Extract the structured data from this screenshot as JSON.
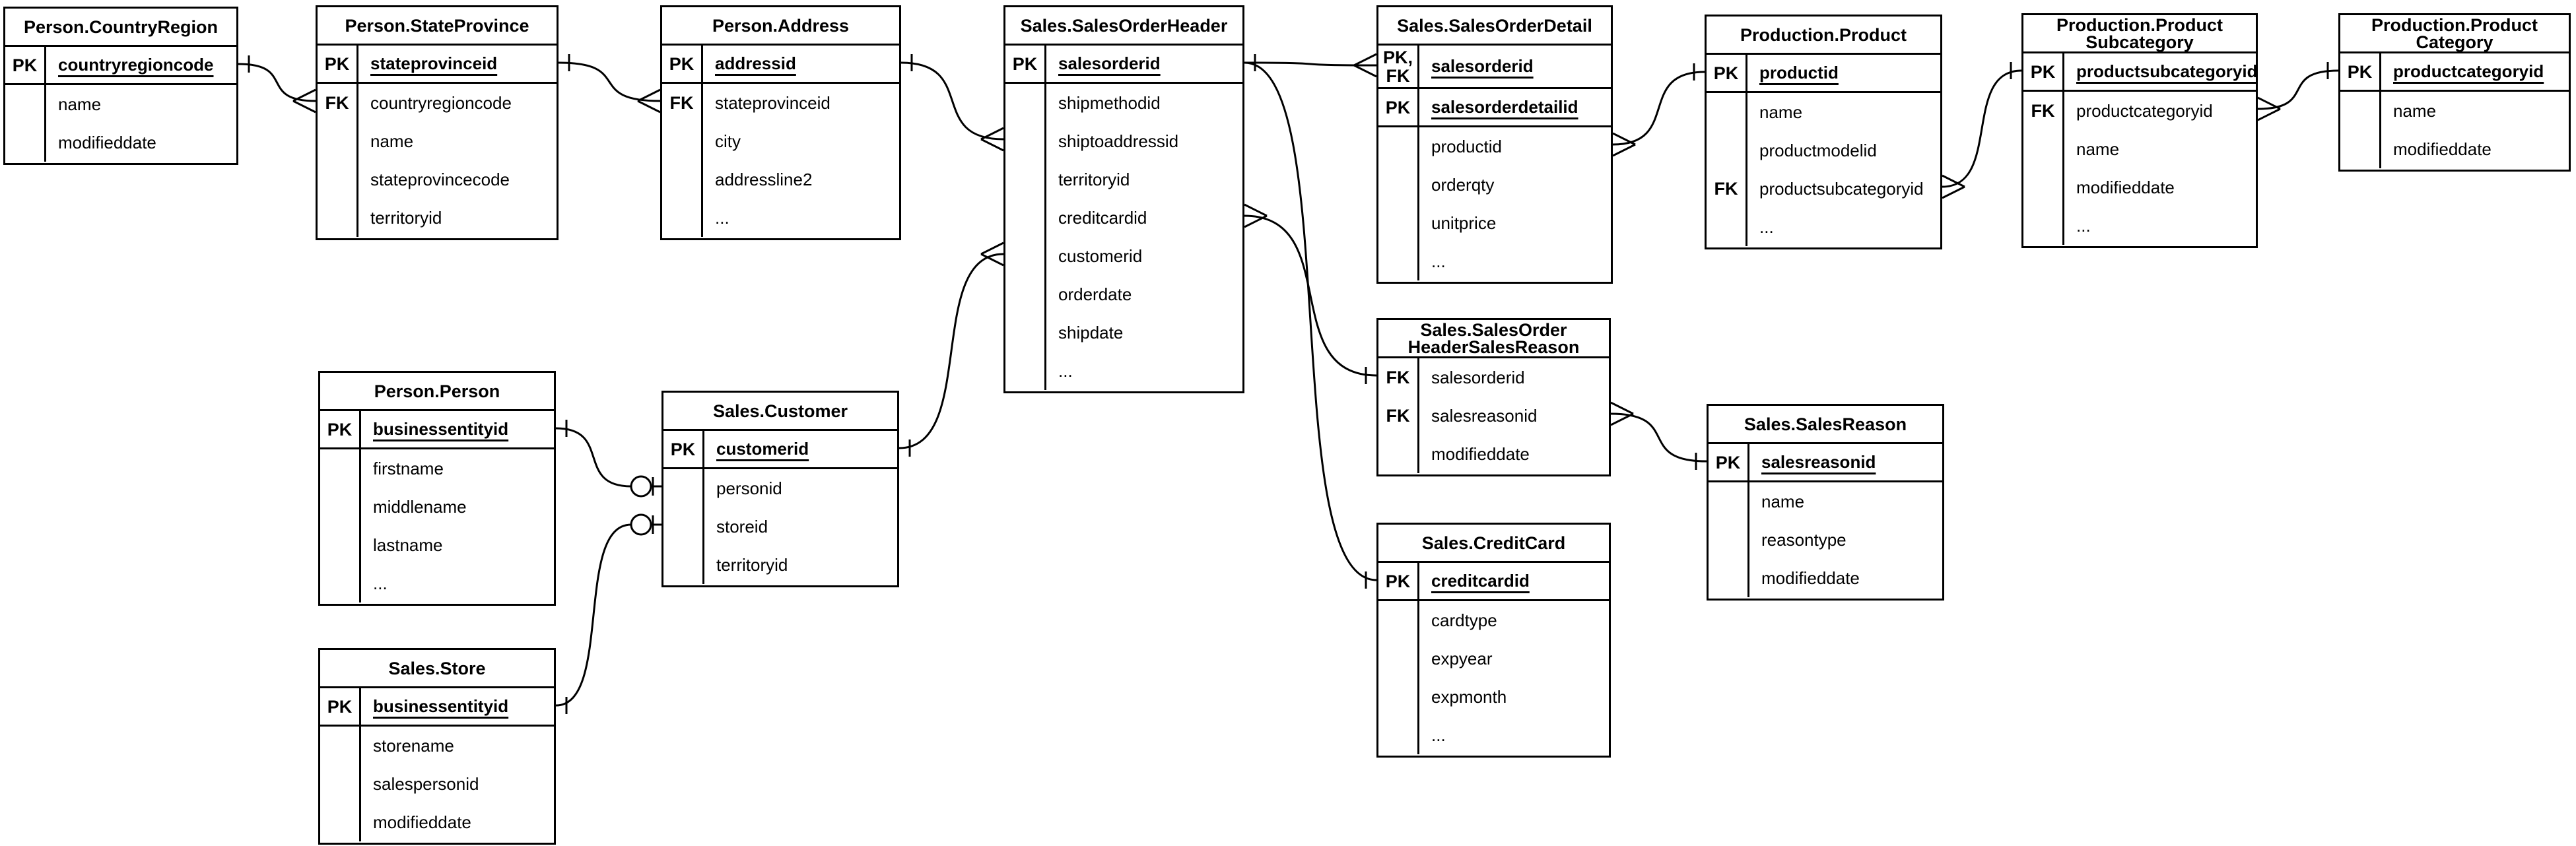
{
  "diagram": {
    "colors": {
      "background": "#ffffff",
      "line": "#000000",
      "text": "#000000"
    },
    "tables": [
      {
        "id": "person-countryregion",
        "title": "Person.CountryRegion",
        "key_rows": [
          {
            "badge": "PK",
            "name": "countryregioncode",
            "underline": true
          }
        ],
        "body_rows": [
          {
            "badge": "",
            "name": "name"
          },
          {
            "badge": "",
            "name": "modifieddate"
          }
        ]
      },
      {
        "id": "person-stateprovince",
        "title": "Person.StateProvince",
        "key_rows": [
          {
            "badge": "PK",
            "name": "stateprovinceid",
            "underline": true
          }
        ],
        "body_rows": [
          {
            "badge": "FK",
            "name": "countryregioncode"
          },
          {
            "badge": "",
            "name": "name"
          },
          {
            "badge": "",
            "name": "stateprovincecode"
          },
          {
            "badge": "",
            "name": "territoryid"
          }
        ]
      },
      {
        "id": "person-address",
        "title": "Person.Address",
        "key_rows": [
          {
            "badge": "PK",
            "name": "addressid",
            "underline": true
          }
        ],
        "body_rows": [
          {
            "badge": "FK",
            "name": "stateprovinceid"
          },
          {
            "badge": "",
            "name": "city"
          },
          {
            "badge": "",
            "name": "addressline2"
          },
          {
            "badge": "",
            "name": "..."
          }
        ]
      },
      {
        "id": "sales-salesorderheader",
        "title": "Sales.SalesOrderHeader",
        "key_rows": [
          {
            "badge": "PK",
            "name": "salesorderid",
            "underline": true
          }
        ],
        "body_rows": [
          {
            "badge": "",
            "name": "shipmethodid"
          },
          {
            "badge": "",
            "name": "shiptoaddressid"
          },
          {
            "badge": "",
            "name": "territoryid"
          },
          {
            "badge": "",
            "name": "creditcardid"
          },
          {
            "badge": "",
            "name": "customerid"
          },
          {
            "badge": "",
            "name": "orderdate"
          },
          {
            "badge": "",
            "name": "shipdate"
          },
          {
            "badge": "",
            "name": "..."
          }
        ]
      },
      {
        "id": "sales-salesorderdetail",
        "title": "Sales.SalesOrderDetail",
        "key_rows": [
          {
            "badge": "PK,\nFK",
            "name": "salesorderid",
            "underline": true
          },
          {
            "badge": "PK",
            "name": "salesorderdetailid",
            "underline": true
          }
        ],
        "body_rows": [
          {
            "badge": "",
            "name": "productid"
          },
          {
            "badge": "",
            "name": "orderqty"
          },
          {
            "badge": "",
            "name": "unitprice"
          },
          {
            "badge": "",
            "name": "..."
          }
        ]
      },
      {
        "id": "production-product",
        "title": "Production.Product",
        "key_rows": [
          {
            "badge": "PK",
            "name": "productid",
            "underline": true
          }
        ],
        "body_rows": [
          {
            "badge": "",
            "name": "name"
          },
          {
            "badge": "",
            "name": "productmodelid"
          },
          {
            "badge": "FK",
            "name": "productsubcategoryid"
          },
          {
            "badge": "",
            "name": "..."
          }
        ]
      },
      {
        "id": "production-productsubcategory",
        "title": "Production.Product\nSubcategory",
        "key_rows": [
          {
            "badge": "PK",
            "name": "productsubcategoryid",
            "underline": true
          }
        ],
        "body_rows": [
          {
            "badge": "FK",
            "name": "productcategoryid"
          },
          {
            "badge": "",
            "name": "name"
          },
          {
            "badge": "",
            "name": "modifieddate"
          },
          {
            "badge": "",
            "name": "..."
          }
        ]
      },
      {
        "id": "production-productcategory",
        "title": "Production.Product\nCategory",
        "key_rows": [
          {
            "badge": "PK",
            "name": "productcategoryid",
            "underline": true
          }
        ],
        "body_rows": [
          {
            "badge": "",
            "name": "name"
          },
          {
            "badge": "",
            "name": "modifieddate"
          }
        ]
      },
      {
        "id": "person-person",
        "title": "Person.Person",
        "key_rows": [
          {
            "badge": "PK",
            "name": "businessentityid",
            "underline": true
          }
        ],
        "body_rows": [
          {
            "badge": "",
            "name": "firstname"
          },
          {
            "badge": "",
            "name": "middlename"
          },
          {
            "badge": "",
            "name": "lastname"
          },
          {
            "badge": "",
            "name": "..."
          }
        ]
      },
      {
        "id": "sales-customer",
        "title": "Sales.Customer",
        "key_rows": [
          {
            "badge": "PK",
            "name": "customerid",
            "underline": true
          }
        ],
        "body_rows": [
          {
            "badge": "",
            "name": "personid"
          },
          {
            "badge": "",
            "name": "storeid"
          },
          {
            "badge": "",
            "name": "territoryid"
          }
        ]
      },
      {
        "id": "sales-salesorderheadersalesreason",
        "title": "Sales.SalesOrder\nHeaderSalesReason",
        "key_rows": [],
        "body_rows": [
          {
            "badge": "FK",
            "name": "salesorderid"
          },
          {
            "badge": "FK",
            "name": "salesreasonid"
          },
          {
            "badge": "",
            "name": "modifieddate"
          }
        ]
      },
      {
        "id": "sales-salesreason",
        "title": "Sales.SalesReason",
        "key_rows": [
          {
            "badge": "PK",
            "name": "salesreasonid",
            "underline": true
          }
        ],
        "body_rows": [
          {
            "badge": "",
            "name": "name"
          },
          {
            "badge": "",
            "name": "reasontype"
          },
          {
            "badge": "",
            "name": "modifieddate"
          }
        ]
      },
      {
        "id": "sales-store",
        "title": "Sales.Store",
        "key_rows": [
          {
            "badge": "PK",
            "name": "businessentityid",
            "underline": true
          }
        ],
        "body_rows": [
          {
            "badge": "",
            "name": "storename"
          },
          {
            "badge": "",
            "name": "salespersonid"
          },
          {
            "badge": "",
            "name": "modifieddate"
          }
        ]
      },
      {
        "id": "sales-creditcard",
        "title": "Sales.CreditCard",
        "key_rows": [
          {
            "badge": "PK",
            "name": "creditcardid",
            "underline": true
          }
        ],
        "body_rows": [
          {
            "badge": "",
            "name": "cardtype"
          },
          {
            "badge": "",
            "name": "expyear"
          },
          {
            "badge": "",
            "name": "expmonth"
          },
          {
            "badge": "",
            "name": "..."
          }
        ]
      }
    ],
    "relationships": [
      {
        "from": "person-countryregion",
        "from_field": "countryregioncode",
        "from_card": "one",
        "to": "person-stateprovince",
        "to_field": "countryregioncode",
        "to_card": "many"
      },
      {
        "from": "person-stateprovince",
        "from_field": "stateprovinceid",
        "from_card": "one",
        "to": "person-address",
        "to_field": "stateprovinceid",
        "to_card": "many"
      },
      {
        "from": "person-address",
        "from_field": "addressid",
        "from_card": "one",
        "to": "sales-salesorderheader",
        "to_field": "shiptoaddressid",
        "to_card": "many"
      },
      {
        "from": "sales-customer",
        "from_field": "customerid",
        "from_card": "one",
        "to": "sales-salesorderheader",
        "to_field": "customerid",
        "to_card": "many"
      },
      {
        "from": "sales-salesorderheader",
        "from_field": "salesorderid",
        "from_card": "one",
        "to": "sales-salesorderdetail",
        "to_field": "salesorderid",
        "to_card": "many"
      },
      {
        "from": "sales-salesorderheader",
        "from_field": "salesorderid",
        "from_card": "none",
        "to": "sales-creditcard",
        "to_field": "creditcardid",
        "to_card": "one"
      },
      {
        "from": "sales-salesorderheader",
        "from_field": "creditcardid",
        "from_card": "many",
        "to": "sales-salesorderheadersalesreason",
        "to_field": "salesorderid",
        "to_card": "one"
      },
      {
        "from": "sales-salesorderheadersalesreason",
        "from_field": "salesreasonid",
        "from_card": "many",
        "to": "sales-salesreason",
        "to_field": "salesreasonid",
        "to_card": "one"
      },
      {
        "from": "sales-salesorderdetail",
        "from_field": "productid",
        "from_card": "many",
        "to": "production-product",
        "to_field": "productid",
        "to_card": "one"
      },
      {
        "from": "production-product",
        "from_field": "productsubcategoryid",
        "from_card": "many",
        "to": "production-productsubcategory",
        "to_field": "productsubcategoryid",
        "to_card": "one"
      },
      {
        "from": "production-productsubcategory",
        "from_field": "productcategoryid",
        "from_card": "many",
        "to": "production-productcategory",
        "to_field": "productcategoryid",
        "to_card": "one"
      },
      {
        "from": "person-person",
        "from_field": "businessentityid",
        "from_card": "one",
        "to": "sales-customer",
        "to_field": "personid",
        "to_card": "zero-one"
      },
      {
        "from": "sales-store",
        "from_field": "businessentityid",
        "from_card": "one",
        "to": "sales-customer",
        "to_field": "storeid",
        "to_card": "zero-one"
      }
    ]
  }
}
